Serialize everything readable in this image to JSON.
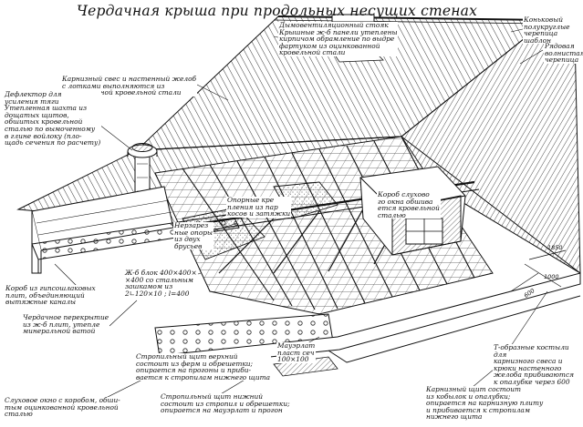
{
  "title": "Чердачная крыша при продольных несущих стенах",
  "labels": {
    "vent_riser": "Дымовентиляционный стояк\nКрышные ж-б панели утеплены\nкирпичом обрамление по выдре\nфартуком из оцинкованной\nкровельной стали",
    "ridge_tile": "Коньковый\nполукруглые\nчерепица шаблон",
    "row_tile": "Рядовая\nволнистая\nчерепица",
    "eave_overhang": "Карнизный свес и настенный желоб\nс лотками выполняются из\nоцинкованной кровельной стали",
    "deflector": "Дефлектор для\nусиления тяги\nУтепленная шахта из\nдощатых щитов,\nобшитых кровельной\nсталью по вымоченному\nв глине войлоку (пло-\nщадь сечения по расчету)",
    "dormer_box": "Короб слухово\nго окна обшива\nется кровельной\nсталью",
    "diagonal_struts": "Опорные кре\nпления из пар\nкосов и затяжки",
    "stove_stand": "Нерзарез\nные опоры\nиз двух\nбрусьев",
    "rc_block": "Ж-б блок 400×400×\n×400 со стальным\nзашкамом из\n2∟120×10 ; l=400",
    "gypsum_box": "Короб из гипсошлаковых\nплит, объединяющий\nвытяжные каналы",
    "attic_floor": "Чердачное перекрытие\nиз ж-б плит, утепле\nминеральной ватой",
    "wall_plate": "Мауэрлат\nпласт сеч\n100×100",
    "upper_panel": "Стропильный щит верхний\nсостоит из ферм и обрешетки;\nопирается на прогоны и приби-\nвается к стропилам нижнего щита",
    "lower_panel": "Стропильный щит нижний\nсостоит из стропил и обрешетки;\nопирается на мауэрлат и прогон",
    "dormer_window": "Слуховое окно с коробом, обши-\nтым оцинкованной кровельной\nсталью",
    "t_brackets": "Т-образные костыли для\nкарнизного свеса и\nкрюки настенного\nжелоба прибиваются\nк опалубке через 600 мм",
    "eave_panel": "Карнизный щит состоит\nиз кобылок и опалубки;\nопирается на карнизную плиту\nи прибивается к стропилам\nнижнего щита"
  },
  "dimensions": {
    "d1": "1850",
    "d2": "600",
    "d3": "1000"
  }
}
